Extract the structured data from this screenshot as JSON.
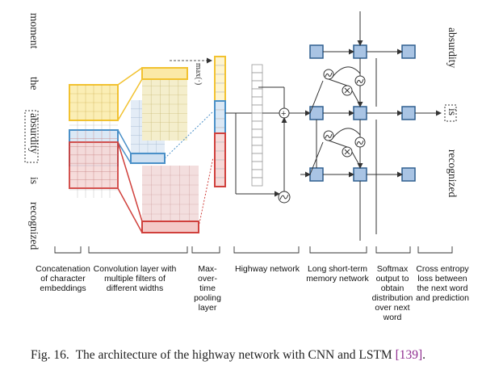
{
  "input_words": [
    "moment",
    "the",
    "absurdity",
    "is",
    "recognized"
  ],
  "output_words": [
    "absurdity",
    "is",
    "recognized"
  ],
  "pooling_op": "max(·)",
  "stage_labels": {
    "concat": [
      "Concatenation",
      "of character",
      "embeddings"
    ],
    "conv": [
      "Convolution layer with",
      "multiple filters of",
      "different widths"
    ],
    "pool": [
      "Max-",
      "over-",
      "time",
      "pooling",
      "layer"
    ],
    "highway": [
      "Highway network"
    ],
    "lstm": [
      "Long short-term",
      "memory network"
    ],
    "softmax": [
      "Softmax",
      "output to",
      "obtain",
      "distribution",
      "over next",
      "word"
    ],
    "loss": [
      "Cross entropy",
      "loss between",
      "the next word",
      "and prediction"
    ]
  },
  "caption": {
    "prefix": "Fig. 16.",
    "text": "The architecture of the highway network with CNN and LSTM",
    "ref": "[139]",
    "end": "."
  },
  "colors": {
    "yellow": "#f2c230",
    "blue": "#4a90c8",
    "red": "#d0403c",
    "lstm_fill": "#a9c4e4",
    "lstm_stroke": "#2f5f8f"
  }
}
